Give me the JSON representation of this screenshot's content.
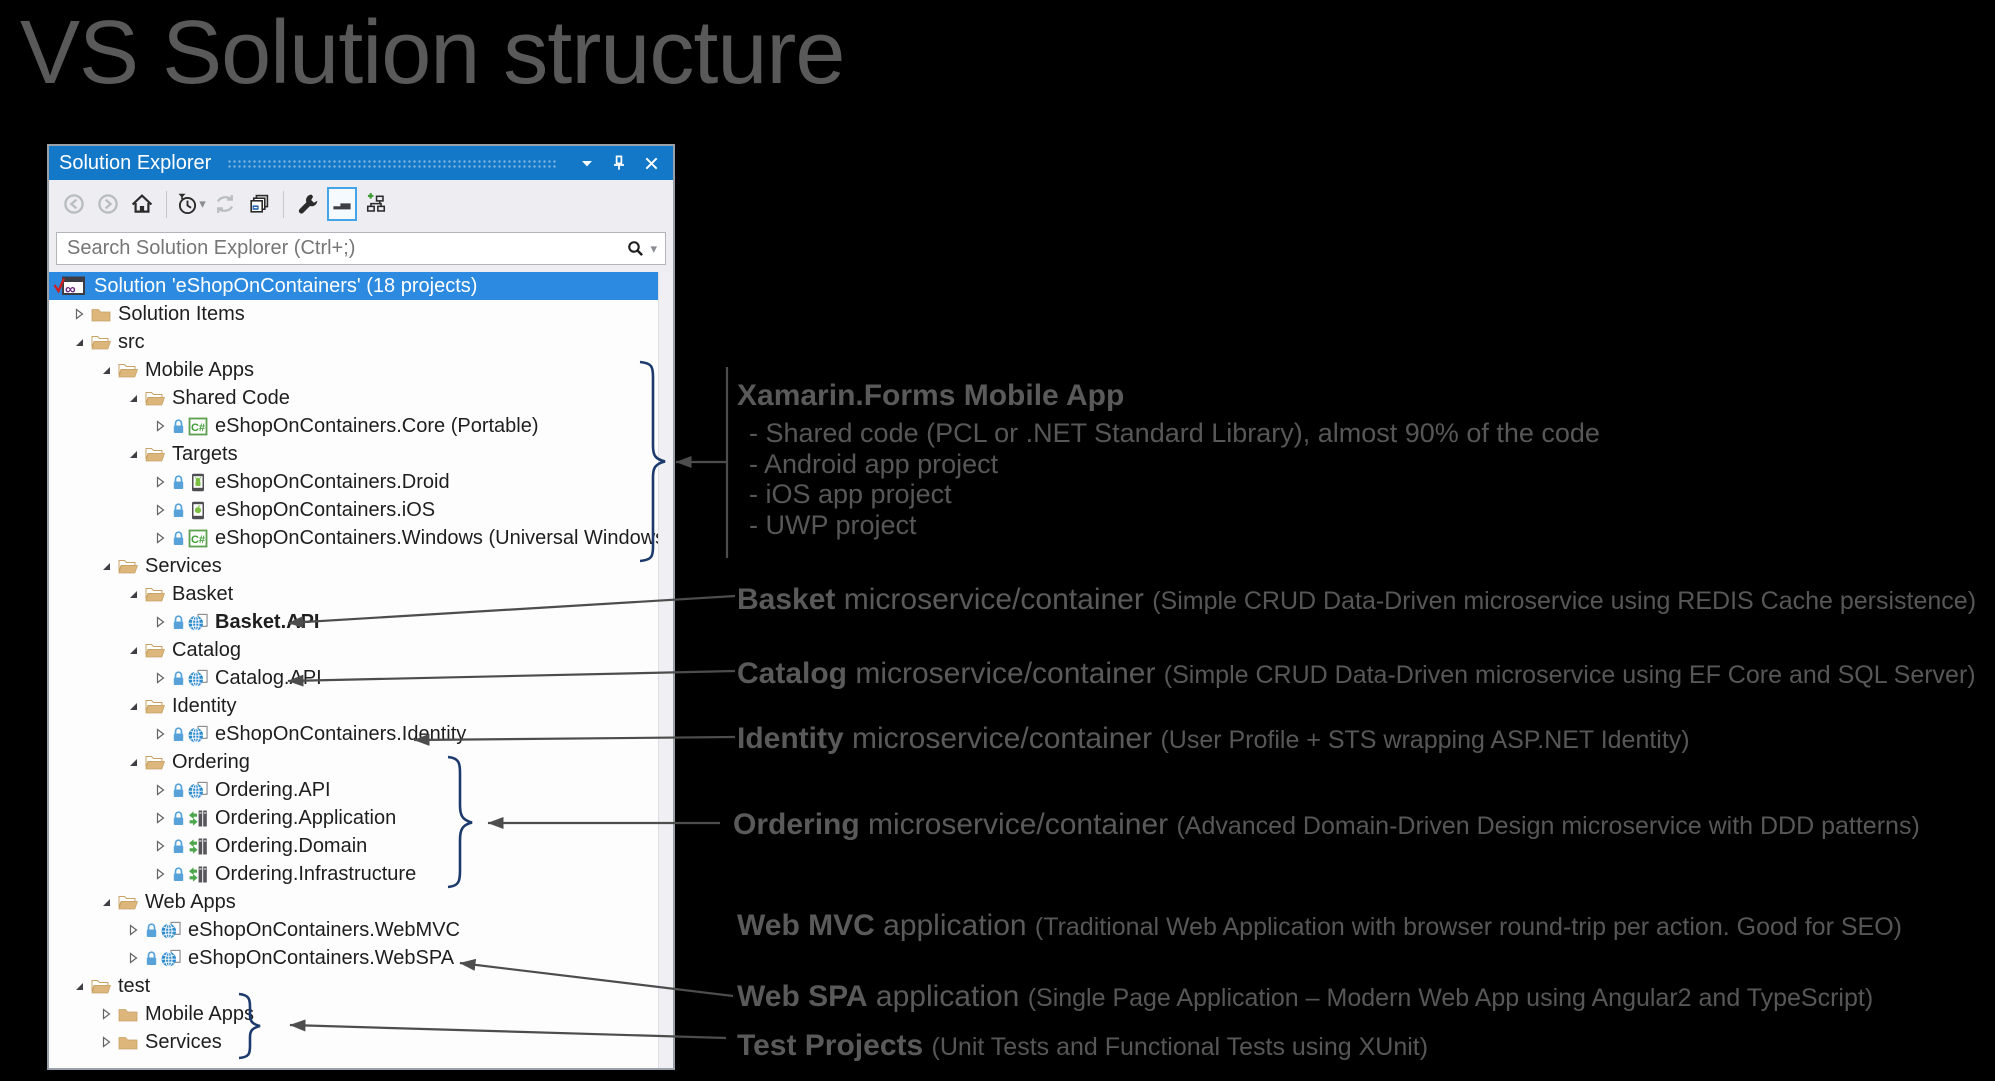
{
  "page": {
    "title": "VS Solution structure"
  },
  "colors": {
    "titlebar_blue": "#1478c8",
    "selection_blue": "#2c8ae0",
    "folder_tan": "#dcb67a",
    "annotation_gray": "#5a5a5a",
    "brace_navy": "#1d3a6d",
    "arrow_gray": "#4d4d4d"
  },
  "panel": {
    "title": "Solution Explorer",
    "titlebar_icons": [
      {
        "name": "window-position-button",
        "icon": "chevron-down-icon"
      },
      {
        "name": "auto-hide-pin-button",
        "icon": "pin-icon"
      },
      {
        "name": "close-button",
        "icon": "close-icon"
      }
    ],
    "toolbar": [
      {
        "name": "back-button",
        "icon": "back-icon",
        "disabled": true
      },
      {
        "name": "forward-button",
        "icon": "forward-icon",
        "disabled": true
      },
      {
        "name": "home-button",
        "icon": "home-icon"
      },
      {
        "sep": true
      },
      {
        "name": "pending-changes-filter-button",
        "icon": "clock-filter-icon",
        "dropdown": true
      },
      {
        "name": "sync-with-active-document-button",
        "icon": "sync-icon",
        "disabled": true
      },
      {
        "name": "collapse-all-button",
        "icon": "collapse-all-icon"
      },
      {
        "sep": true
      },
      {
        "name": "properties-button",
        "icon": "wrench-icon"
      },
      {
        "name": "preview-selected-items-button",
        "icon": "preview-icon",
        "selected": true
      },
      {
        "name": "add-new-graph-button",
        "icon": "org-chart-plus-icon"
      }
    ],
    "search": {
      "placeholder": "Search Solution Explorer (Ctrl+;)"
    },
    "tree": [
      {
        "label": "Solution 'eShopOnContainers' (18 projects)",
        "level": 0,
        "expand": "",
        "icon": "solution-icon",
        "selected": true
      },
      {
        "label": "Solution Items",
        "level": 1,
        "expand": "collapsed",
        "icon": "folder-closed-icon"
      },
      {
        "label": "src",
        "level": 1,
        "expand": "expanded",
        "icon": "folder-open-icon"
      },
      {
        "label": "Mobile Apps",
        "level": 2,
        "expand": "expanded",
        "icon": "folder-open-icon"
      },
      {
        "label": "Shared Code",
        "level": 3,
        "expand": "expanded",
        "icon": "folder-open-icon"
      },
      {
        "label": "eShopOnContainers.Core (Portable)",
        "level": 4,
        "expand": "collapsed",
        "lock": true,
        "icon": "csharp-project-icon"
      },
      {
        "label": "Targets",
        "level": 3,
        "expand": "expanded",
        "icon": "folder-open-icon"
      },
      {
        "label": "eShopOnContainers.Droid",
        "level": 4,
        "expand": "collapsed",
        "lock": true,
        "icon": "android-project-icon"
      },
      {
        "label": "eShopOnContainers.iOS",
        "level": 4,
        "expand": "collapsed",
        "lock": true,
        "icon": "ios-project-icon"
      },
      {
        "label": "eShopOnContainers.Windows (Universal Windows)",
        "level": 4,
        "expand": "collapsed",
        "lock": true,
        "icon": "csharp-project-icon"
      },
      {
        "label": "Services",
        "level": 2,
        "expand": "expanded",
        "icon": "folder-open-icon"
      },
      {
        "label": "Basket",
        "level": 3,
        "expand": "expanded",
        "icon": "folder-open-icon"
      },
      {
        "label": "Basket.API",
        "level": 4,
        "expand": "collapsed",
        "lock": true,
        "icon": "web-project-icon",
        "bold": true
      },
      {
        "label": "Catalog",
        "level": 3,
        "expand": "expanded",
        "icon": "folder-open-icon"
      },
      {
        "label": "Catalog.API",
        "level": 4,
        "expand": "collapsed",
        "lock": true,
        "icon": "web-project-icon"
      },
      {
        "label": "Identity",
        "level": 3,
        "expand": "expanded",
        "icon": "folder-open-icon"
      },
      {
        "label": "eShopOnContainers.Identity",
        "level": 4,
        "expand": "collapsed",
        "lock": true,
        "icon": "web-project-icon"
      },
      {
        "label": "Ordering",
        "level": 3,
        "expand": "expanded",
        "icon": "folder-open-icon"
      },
      {
        "label": "Ordering.API",
        "level": 4,
        "expand": "collapsed",
        "lock": true,
        "icon": "web-project-icon"
      },
      {
        "label": "Ordering.Application",
        "level": 4,
        "expand": "collapsed",
        "lock": true,
        "icon": "classlib-project-icon"
      },
      {
        "label": "Ordering.Domain",
        "level": 4,
        "expand": "collapsed",
        "lock": true,
        "icon": "classlib-project-icon"
      },
      {
        "label": "Ordering.Infrastructure",
        "level": 4,
        "expand": "collapsed",
        "lock": true,
        "icon": "classlib-project-icon"
      },
      {
        "label": "Web Apps",
        "level": 2,
        "expand": "expanded",
        "icon": "folder-open-icon"
      },
      {
        "label": "eShopOnContainers.WebMVC",
        "level": 3,
        "expand": "collapsed",
        "lock": true,
        "icon": "web-project-icon"
      },
      {
        "label": "eShopOnContainers.WebSPA",
        "level": 3,
        "expand": "collapsed",
        "lock": true,
        "icon": "web-project-icon"
      },
      {
        "label": "test",
        "level": 1,
        "expand": "expanded",
        "icon": "folder-open-icon"
      },
      {
        "label": "Mobile Apps",
        "level": 2,
        "expand": "collapsed",
        "icon": "folder-closed-icon"
      },
      {
        "label": "Services",
        "level": 2,
        "expand": "collapsed",
        "icon": "folder-closed-icon"
      }
    ]
  },
  "annotations": {
    "xamarin": {
      "heading": "Xamarin.Forms Mobile App",
      "bullets": [
        "- Shared code (PCL or .NET Standard Library), almost 90% of the code",
        "- Android app project",
        "- iOS app project",
        "- UWP project"
      ]
    },
    "basket": {
      "bold": "Basket",
      "mid": " microservice/container ",
      "paren": "(Simple CRUD Data-Driven microservice using REDIS Cache persistence)"
    },
    "catalog": {
      "bold": "Catalog",
      "mid": " microservice/container ",
      "paren": "(Simple CRUD Data-Driven microservice using EF Core and SQL Server)"
    },
    "identity": {
      "bold": "Identity",
      "mid": " microservice/container ",
      "paren": "(User Profile + STS wrapping ASP.NET Identity)"
    },
    "ordering": {
      "bold": "Ordering",
      "mid": " microservice/container ",
      "paren": "(Advanced Domain-Driven Design microservice with DDD patterns)"
    },
    "webmvc": {
      "bold": "Web MVC",
      "mid": " application ",
      "paren": "(Traditional Web Application with browser round-trip per action. Good for SEO)"
    },
    "webspa": {
      "bold": "Web SPA",
      "mid": " application ",
      "paren": "(Single Page Application – Modern Web App using Angular2 and TypeScript)"
    },
    "test": {
      "bold": "Test Projects",
      "mid": " ",
      "paren": "(Unit Tests and Functional Tests using XUnit)"
    }
  }
}
